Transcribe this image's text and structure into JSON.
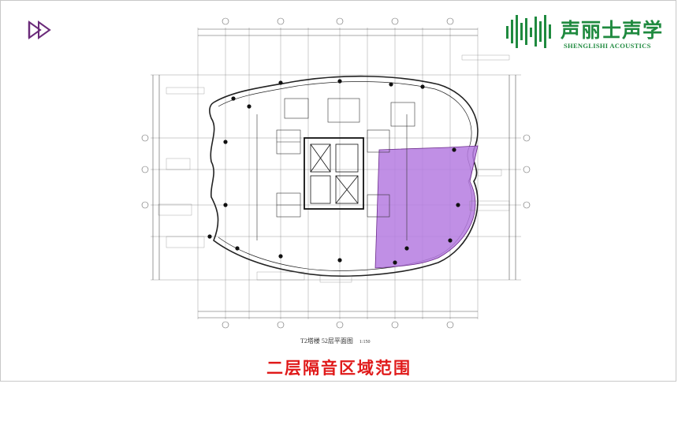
{
  "logo": {
    "name_cn": "声丽士声学",
    "name_en": "SHENGLISHI ACOUSTICS",
    "color": "#1f8a3f"
  },
  "nav": {
    "icon": "double-play-arrow-icon",
    "color": "#6b2b7a"
  },
  "drawing": {
    "caption": "T2塔楼  52层平面图",
    "scale": "1:150",
    "highlight_color": "#b57be0"
  },
  "title": {
    "text": "二层隔音区域范围",
    "color": "#e01a1a"
  }
}
